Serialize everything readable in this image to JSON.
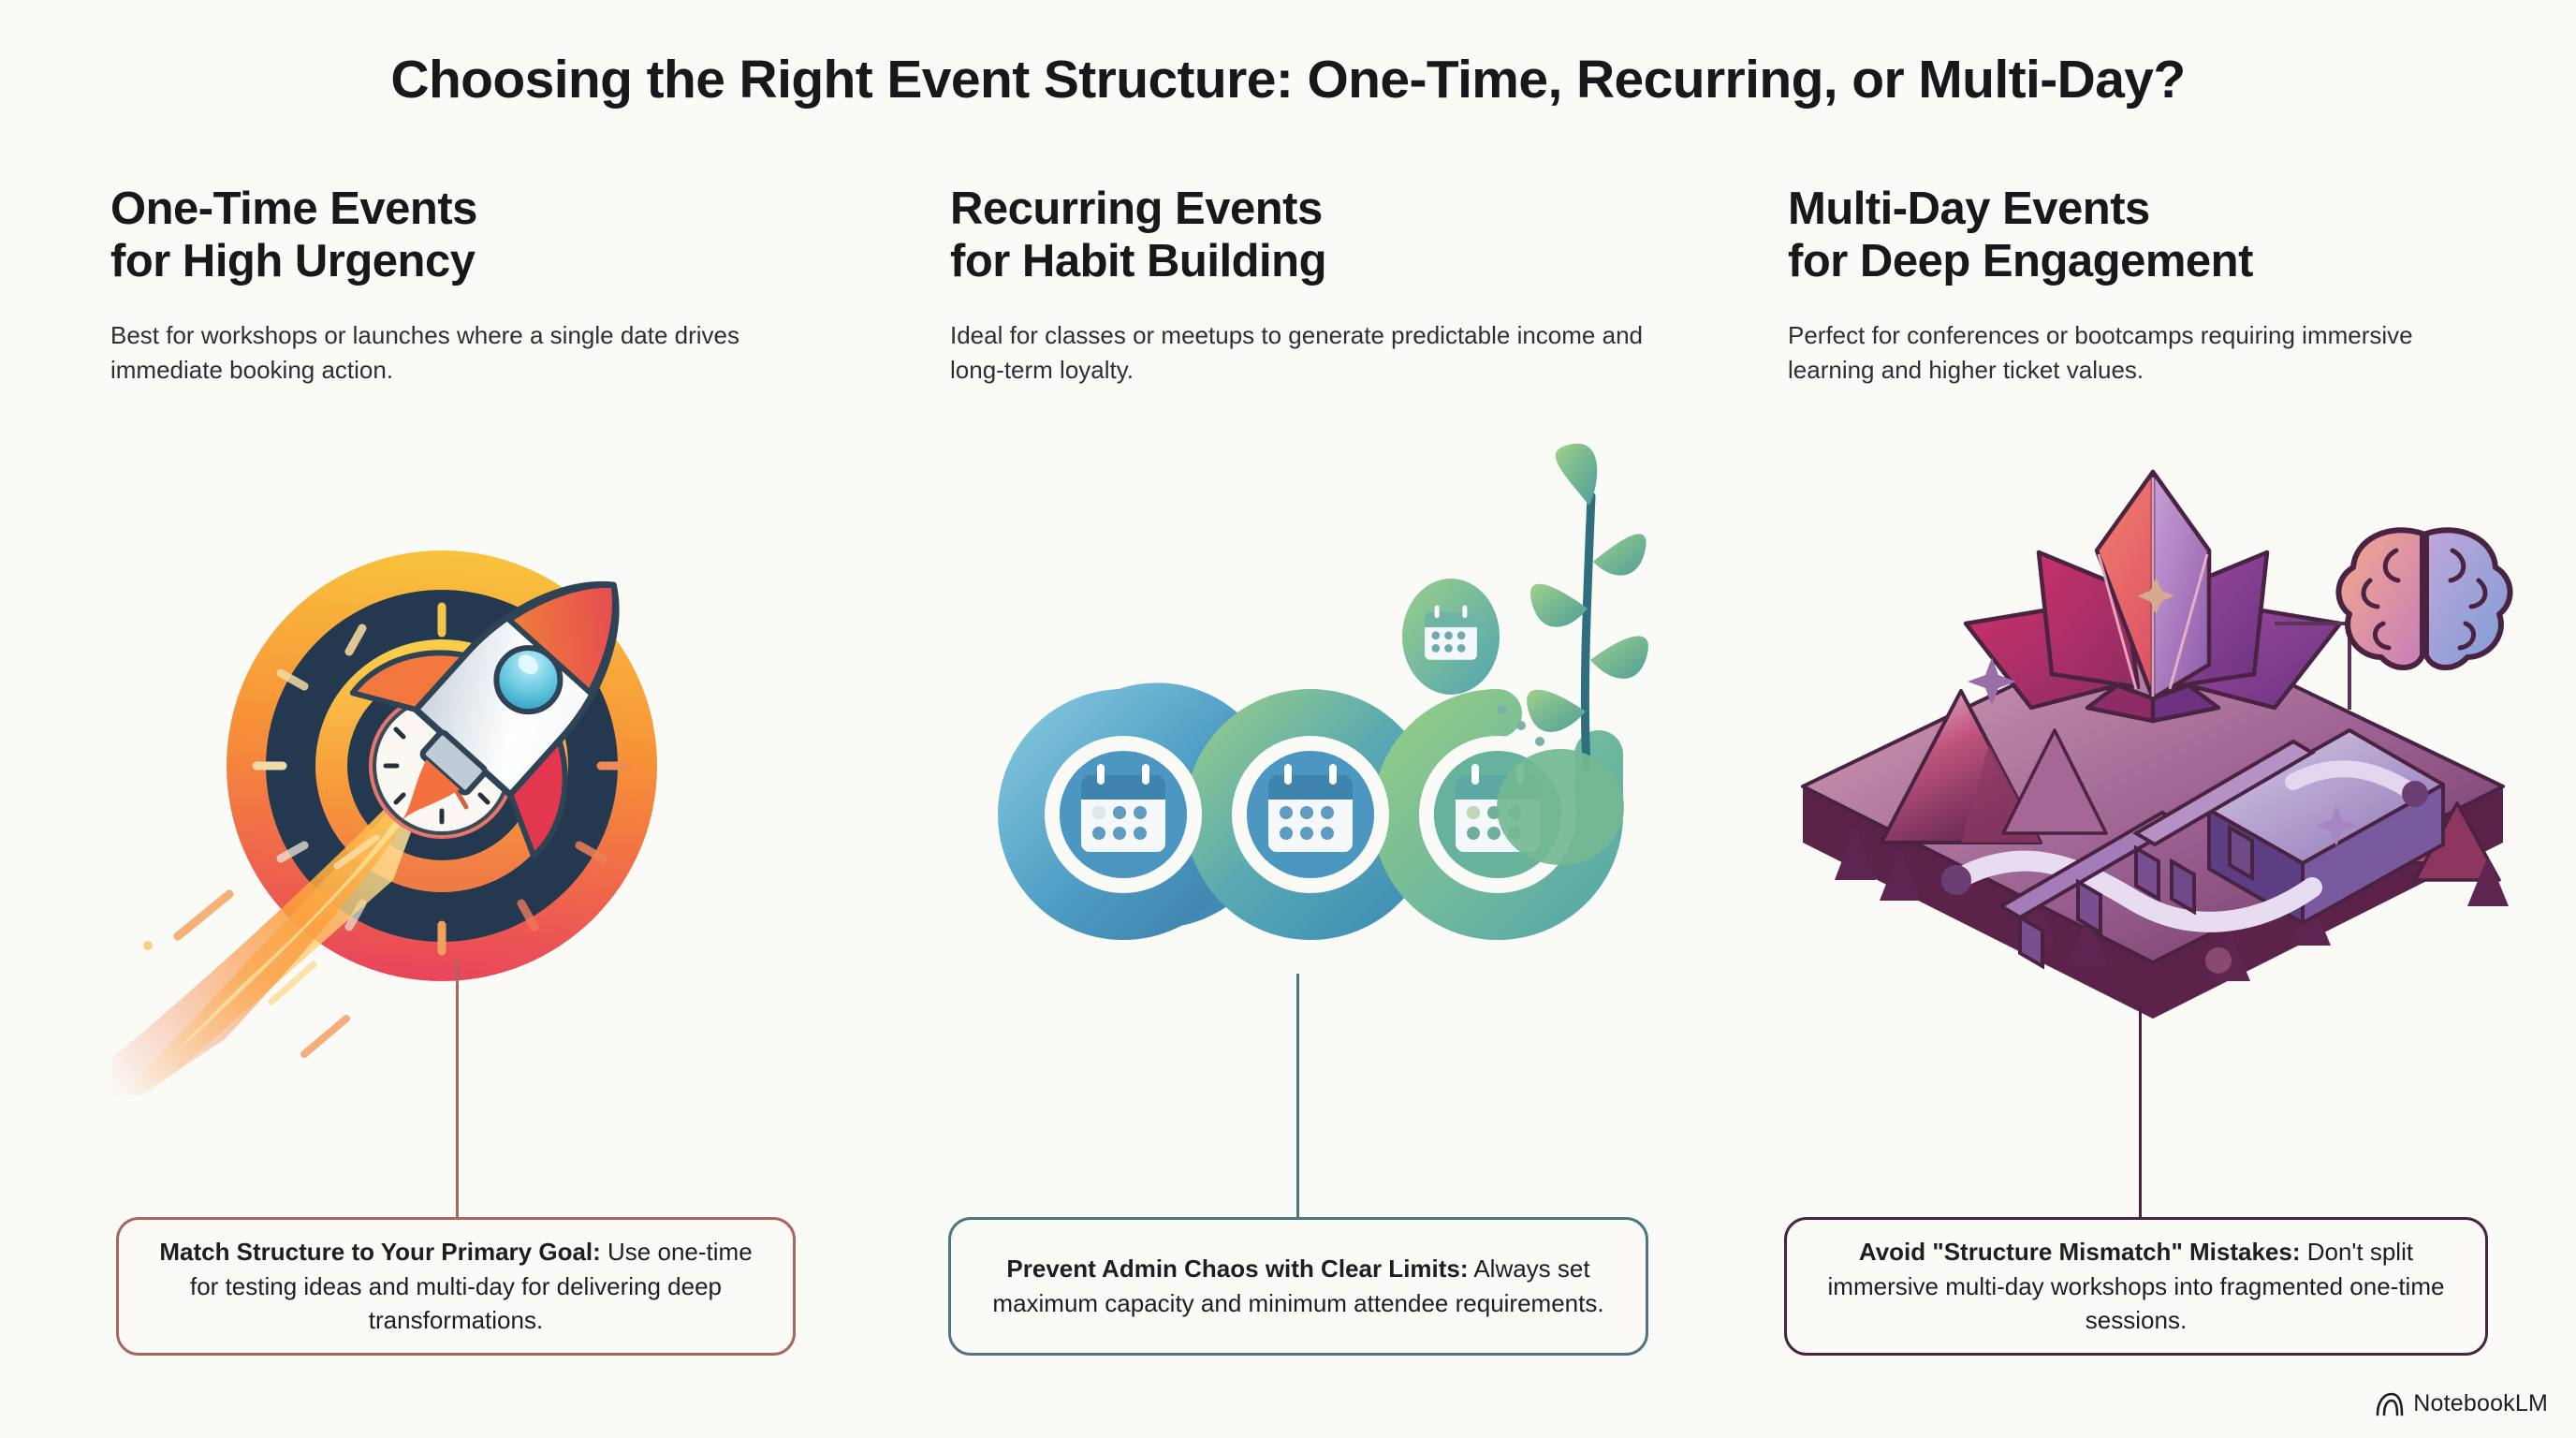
{
  "page": {
    "title": "Choosing the Right Event Structure: One-Time, Recurring, or Multi-Day?",
    "background_color": "#FAFAF7",
    "watermark": "NotebookLM"
  },
  "columns": [
    {
      "heading_line1": "One-Time Events",
      "heading_line2": "for High Urgency",
      "description": "Best for workshops or launches where a single date drives immediate booking action.",
      "illustration": "rocket-clock-illustration",
      "accent_color": "#A9675C",
      "callout": {
        "lede": "Match Structure to Your Primary Goal:",
        "body": "Use one-time for testing ideas and multi-day for delivering deep transformations."
      }
    },
    {
      "heading_line1": "Recurring Events",
      "heading_line2": "for Habit Building",
      "description": "Ideal for classes or meetups to generate predictable income and long-term loyalty.",
      "illustration": "calendar-spiral-plant-illustration",
      "accent_color": "#4F7585",
      "callout": {
        "lede": "Prevent Admin Chaos with Clear Limits:",
        "body": "Always set maximum capacity and minimum attendee requirements."
      }
    },
    {
      "heading_line1": "Multi-Day Events",
      "heading_line2": "for Deep Engagement",
      "description": "Perfect for conferences or bootcamps requiring immersive learning and higher ticket values.",
      "illustration": "isometric-mountain-crystal-brain-illustration",
      "accent_color": "#4A2342",
      "callout": {
        "lede": "Avoid \"Structure Mismatch\" Mistakes:",
        "body": "Don't split immersive multi-day workshops into fragmented one-time sessions."
      }
    }
  ]
}
